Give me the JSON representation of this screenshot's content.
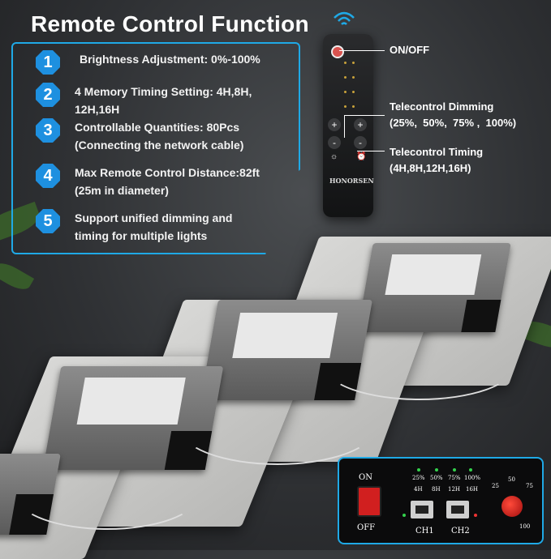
{
  "title": "Remote Control Function",
  "features": [
    {
      "num": "1",
      "text": "Brightness Adjustment: 0%-100%"
    },
    {
      "num": "2",
      "text": "4 Memory Timing Setting: 4H,8H,\n12H,16H"
    },
    {
      "num": "3",
      "text": "Controllable Quantities: 80Pcs\n(Connecting the network cable)"
    },
    {
      "num": "4",
      "text": "Max Remote Control Distance:82ft\n(25m in diameter)"
    },
    {
      "num": "5",
      "text": "Support unified dimming and\ntiming for multiple lights"
    }
  ],
  "remote": {
    "brand": "HONORSEN",
    "plus": "+",
    "minus": "-"
  },
  "callouts": {
    "onoff": "ON/OFF",
    "dimming_title": "Telecontrol Dimming",
    "dimming_values": "(25%,  50%,  75% ,  100%)",
    "timing_title": "Telecontrol Timing",
    "timing_values": "(4H,8H,12H,16H)"
  },
  "control_panel": {
    "on": "ON",
    "off": "OFF",
    "ch1": "CH1",
    "ch2": "CH2",
    "dim_labels": [
      "25%",
      "50%",
      "75%",
      "100%"
    ],
    "time_labels": [
      "4H",
      "8H",
      "12H",
      "16H"
    ],
    "dial_labels": [
      "25",
      "50",
      "75",
      "100"
    ]
  },
  "colors": {
    "accent": "#1fa9e6",
    "badge": "#1e90e0",
    "switch_red": "#d11f1f",
    "led_green": "#33d14c"
  }
}
